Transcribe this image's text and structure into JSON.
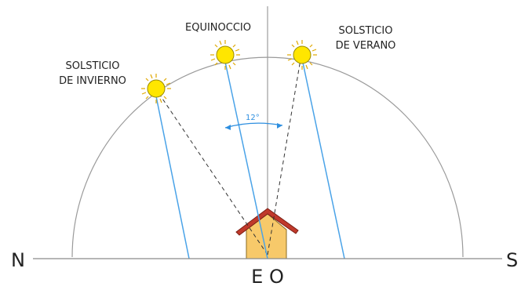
{
  "labels": {
    "equinox": "EQUINOCCIO",
    "summer_line1": "SOLSTICIO",
    "summer_line2": "DE VERANO",
    "winter_line1": "SOLSTICIO",
    "winter_line2": "DE INVIERNO",
    "angle": "12°"
  },
  "compass": {
    "north": "N",
    "south": "S",
    "east_west": "E O"
  },
  "colors": {
    "sun_ray": "#4aa3e8",
    "angle": "#2e8fe0",
    "arc": "#9a9a9a",
    "horizon": "#8a8a8a",
    "sun_fill": "#ffe600",
    "sun_stroke": "#9a8a00",
    "house_wall": "#f7c96a",
    "roof": "#c0392b"
  }
}
